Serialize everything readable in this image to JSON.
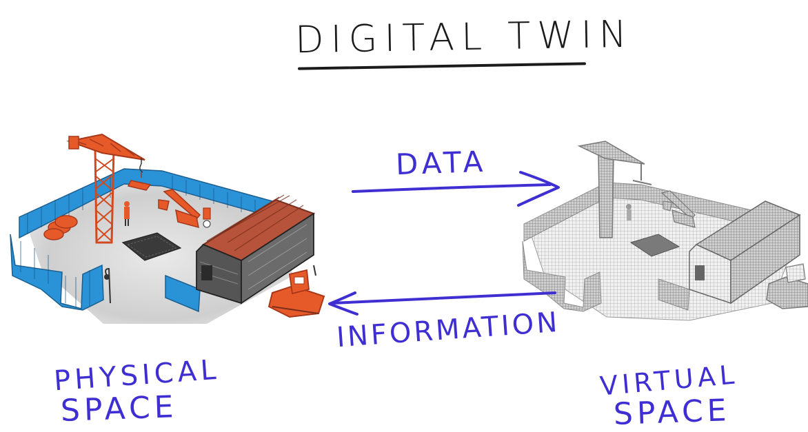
{
  "title": "DIGITAL TWIN",
  "arrow_top": {
    "label": "DATA",
    "direction": "right"
  },
  "arrow_bottom": {
    "label": "INFORMATION",
    "direction": "left"
  },
  "left_scene": {
    "line1": "PHYSICAL",
    "line2": "SPACE",
    "icon": "construction-site-color"
  },
  "right_scene": {
    "line1": "VIRTUAL",
    "line2": "SPACE",
    "icon": "construction-site-grayscale"
  },
  "colors": {
    "ink": "#1b1b1b",
    "handwriting_blue": "#3f2fd2",
    "fence_blue": "#2a93d8",
    "machine_orange": "#e65a2a",
    "virtual_gray": "#9a9a9a"
  }
}
